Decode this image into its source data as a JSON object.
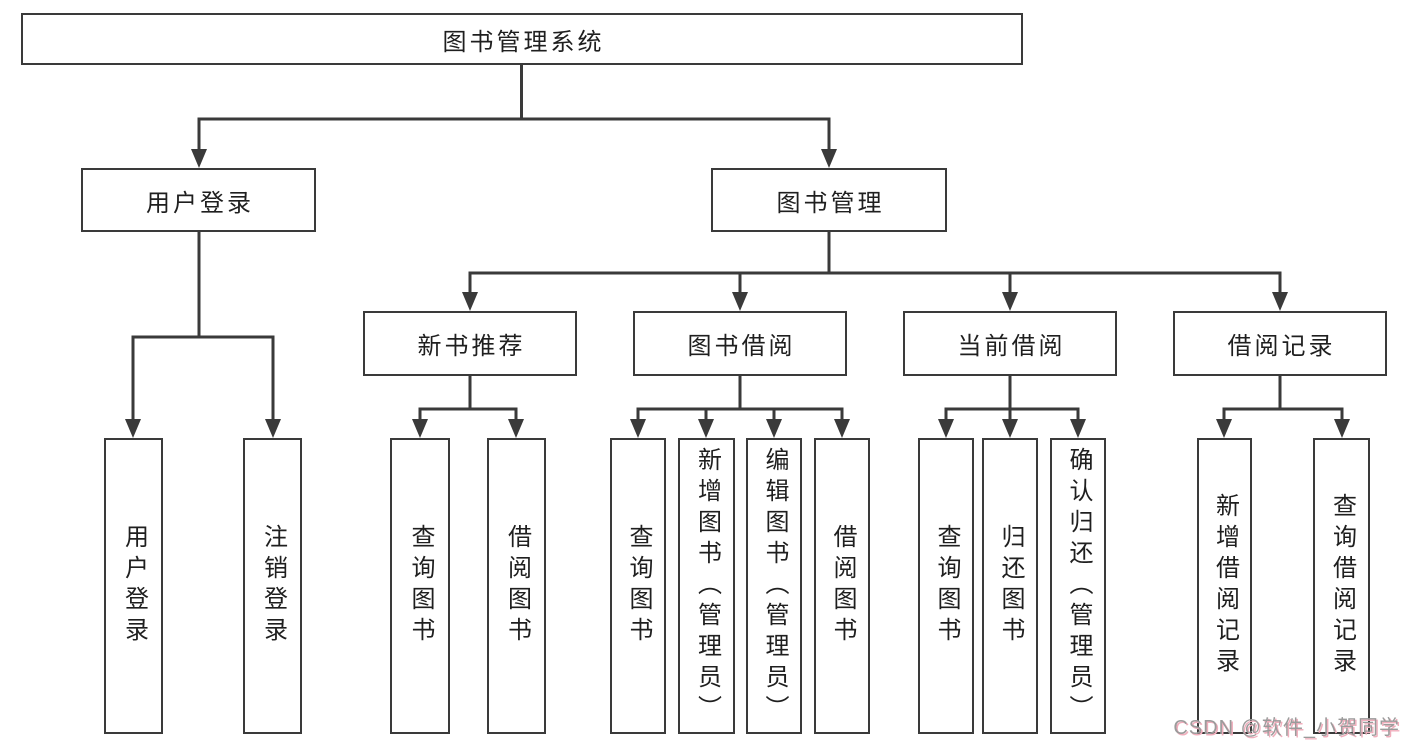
{
  "diagram": {
    "type": "hierarchy-tree",
    "tree": {
      "root": {
        "label": "图书管理系统",
        "children": [
          {
            "label": "用户登录",
            "children": [
              {
                "label": "用户登录"
              },
              {
                "label": "注销登录"
              }
            ]
          },
          {
            "label": "图书管理",
            "children": [
              {
                "label": "新书推荐",
                "children": [
                  {
                    "label": "查询图书"
                  },
                  {
                    "label": "借阅图书"
                  }
                ]
              },
              {
                "label": "图书借阅",
                "children": [
                  {
                    "label": "查询图书"
                  },
                  {
                    "label": "新增图书（管理员）"
                  },
                  {
                    "label": "编辑图书（管理员）"
                  },
                  {
                    "label": "借阅图书"
                  }
                ]
              },
              {
                "label": "当前借阅",
                "children": [
                  {
                    "label": "查询图书"
                  },
                  {
                    "label": "归还图书"
                  },
                  {
                    "label": "确认归还（管理员）"
                  }
                ]
              },
              {
                "label": "借阅记录",
                "children": [
                  {
                    "label": "新增借阅记录"
                  },
                  {
                    "label": "查询借阅记录"
                  }
                ]
              }
            ]
          }
        ]
      }
    },
    "colors": {
      "line": "#3a3a3a",
      "box_border": "#3a3a3a",
      "box_fill": "#ffffff",
      "text": "#1f1f1f"
    }
  },
  "watermark": {
    "text": "CSDN @软件_小贺同学",
    "color": "#9b9b9b",
    "shadow_color": "#f0aebc"
  }
}
